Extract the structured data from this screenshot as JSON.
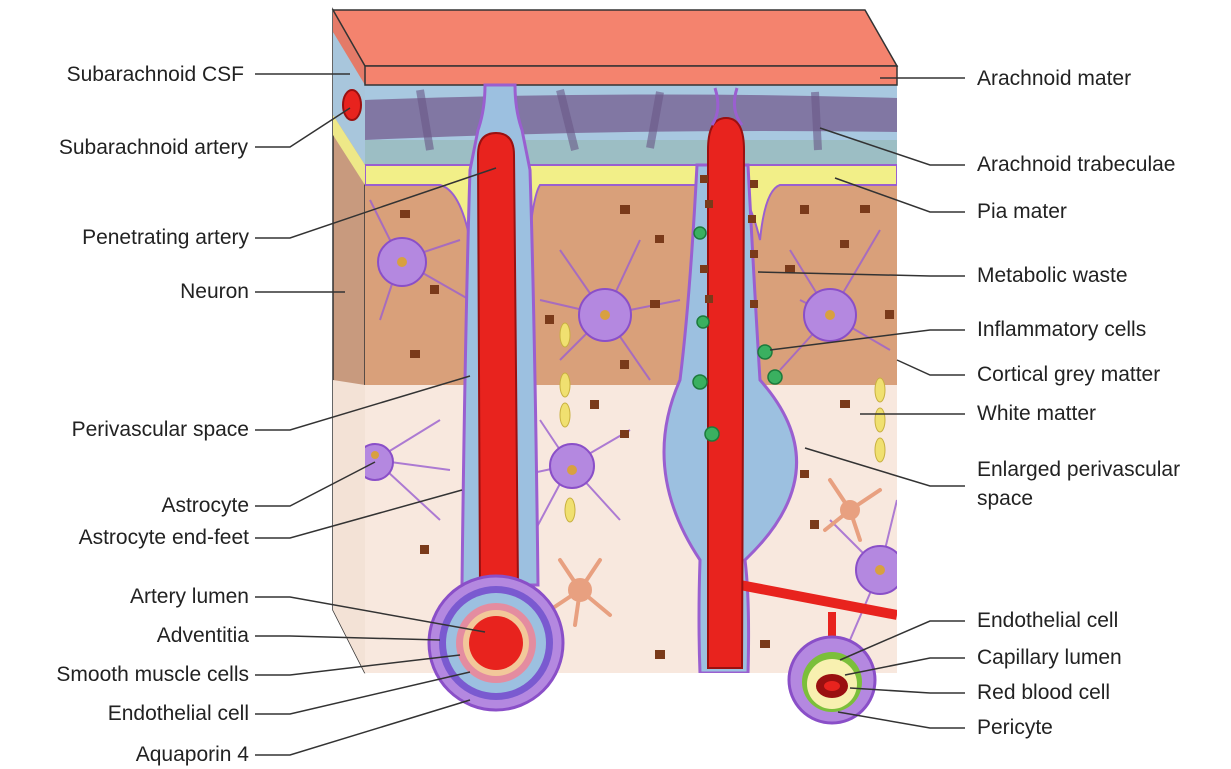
{
  "labels_left": [
    "Subarachnoid CSF",
    "Subarachnoid artery",
    "Penetrating artery",
    "Neuron",
    "Perivascular space",
    "Astrocyte",
    "Astrocyte end-feet",
    "Artery lumen",
    "Adventitia",
    "Smooth muscle cells",
    "Endothelial cell",
    "Aquaporin 4"
  ],
  "labels_right": [
    "Arachnoid mater",
    "Arachnoid trabeculae",
    "Pia mater",
    "Metabolic waste",
    "Inflammatory cells",
    "Cortical grey matter",
    "White matter",
    "Enlarged perivascular",
    "space",
    "Endothelial cell",
    "Capillary lumen",
    "Red blood cell",
    "Pericyte"
  ],
  "colors": {
    "arachnoid": "#f08070",
    "csf": "#a8c8e0",
    "trabeculae": "#7a6898",
    "pia": "#f2f08a",
    "grey_matter": "#dba07a",
    "white_matter": "#f8e8de",
    "artery": "#e8231e",
    "perivascular": "#9cc0e0",
    "membrane": "#9a5fd0",
    "waste": "#7a3a1a",
    "inflammatory": "#3ab060"
  }
}
